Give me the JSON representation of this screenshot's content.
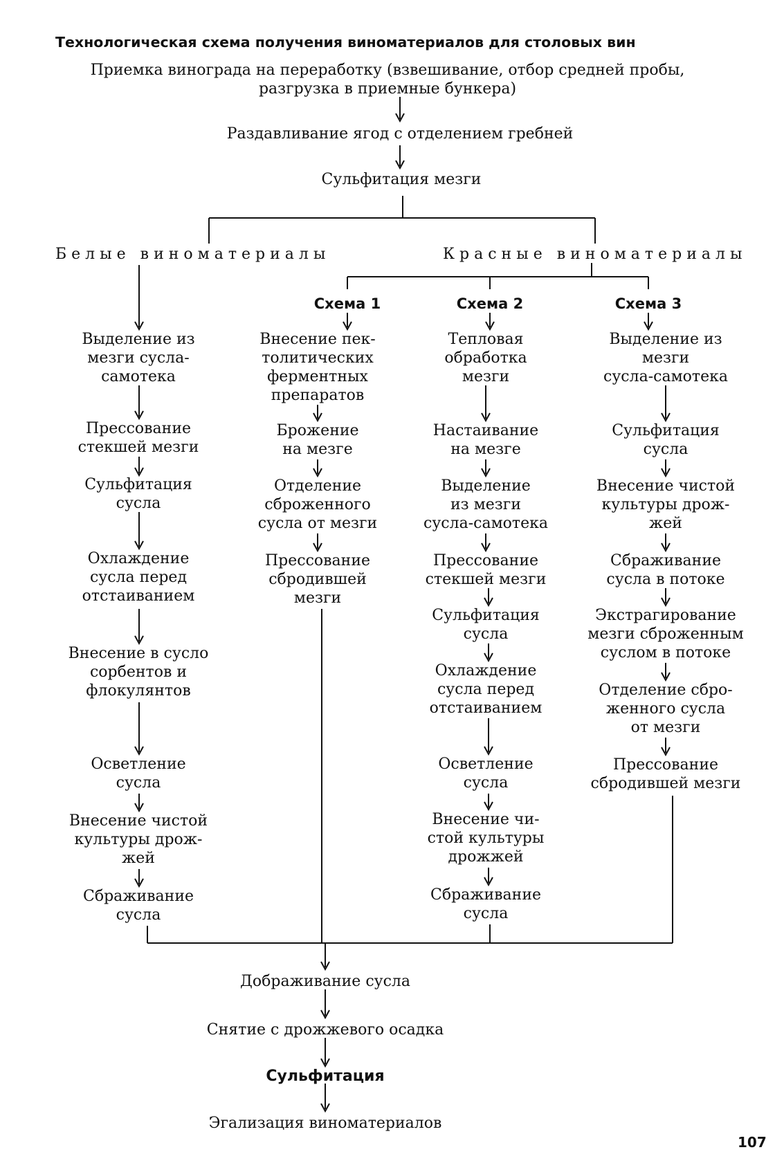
{
  "title": "Технологическая схема получения виноматериалов для столовых вин",
  "top": {
    "reception": [
      "Приемка винограда на переработку (взвешивание, отбор средней пробы,",
      "разгрузка в приемные бункера)"
    ],
    "crushing": "Раздавливание ягод с отделением гребней",
    "sulfitation": "Сульфитация мезги"
  },
  "branches": {
    "white": "Белые виноматериалы",
    "red": "Красные виноматериалы"
  },
  "schemes": [
    "Схема 1",
    "Схема 2",
    "Схема 3"
  ],
  "columns": {
    "white": [
      [
        "Выделение из",
        "мезги сусла-",
        "самотека"
      ],
      [
        "Прессование",
        "стекшей мезги"
      ],
      [
        "Сульфитация",
        "сусла"
      ],
      [
        "Охлаждение",
        "сусла перед",
        "отстаиванием"
      ],
      [
        "Внесение в сусло",
        "сорбентов и",
        "флокулянтов"
      ],
      [
        "Осветление",
        "сусла"
      ],
      [
        "Внесение чистой",
        "культуры дрож-",
        "жей"
      ],
      [
        "Сбраживание",
        "сусла"
      ]
    ],
    "scheme1": [
      [
        "Внесение пек-",
        "толитических",
        "ферментных",
        "препаратов"
      ],
      [
        "Брожение",
        "на мезге"
      ],
      [
        "Отделение",
        "сброженного",
        "сусла от мезги"
      ],
      [
        "Прессование",
        "сбродившей",
        "мезги"
      ]
    ],
    "scheme2": [
      [
        "Тепловая",
        "обработка",
        "мезги"
      ],
      [
        "Настаивание",
        "на мезге"
      ],
      [
        "Выделение",
        "из мезги",
        "сусла-самотека"
      ],
      [
        "Прессование",
        "стекшей мезги"
      ],
      [
        "Сульфитация",
        "сусла"
      ],
      [
        "Охлаждение",
        "сусла перед",
        "отстаиванием"
      ],
      [
        "Осветление",
        "сусла"
      ],
      [
        "Внесение чи-",
        "стой культуры",
        "дрожжей"
      ],
      [
        "Сбраживание",
        "сусла"
      ]
    ],
    "scheme3": [
      [
        "Выделение из",
        "мезги",
        "сусла-самотека"
      ],
      [
        "Сульфитация",
        "сусла"
      ],
      [
        "Внесение чистой",
        "культуры дрож-",
        "жей"
      ],
      [
        "Сбраживание",
        "сусла в потоке"
      ],
      [
        "Экстрагирование",
        "мезги сброженным",
        "суслом в потоке"
      ],
      [
        "Отделение сбро-",
        "женного сусла",
        "от мезги"
      ],
      [
        "Прессование",
        "сбродившей мезги"
      ]
    ]
  },
  "bottom": [
    "Дображивание сусла",
    "Снятие с дрожжевого осадка",
    "Сульфитация",
    "Эгализация виноматериалов"
  ],
  "page_number": "107"
}
